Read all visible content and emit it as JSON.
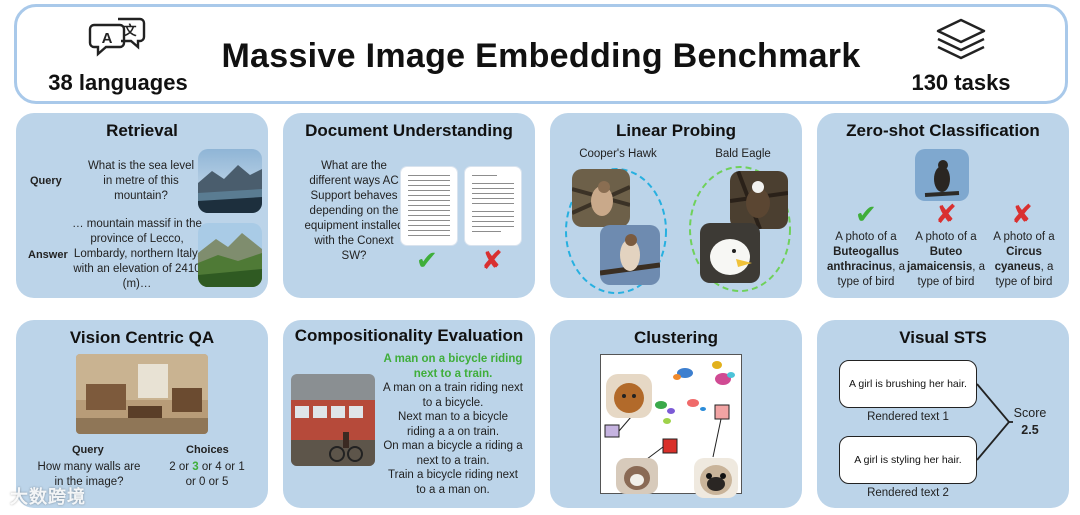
{
  "header": {
    "title": "Massive Image Embedding Benchmark",
    "languages": "38 languages",
    "tasks": "130 tasks"
  },
  "retrieval": {
    "title": "Retrieval",
    "query_label": "Query",
    "query_text": "What is the sea level in metre of this mountain?",
    "answer_label": "Answer",
    "answer_text": "… mountain massif in the province of Lecco, Lombardy, northern Italy, with an elevation of 2410 (m)…"
  },
  "document": {
    "title": "Document Understanding",
    "question": "What are the different ways AC Support behaves depending on the equipment installed with the Conext SW?"
  },
  "linear": {
    "title": "Linear Probing",
    "class_a": "Cooper's Hawk",
    "class_b": "Bald Eagle"
  },
  "zeroshot": {
    "title": "Zero-shot Classification",
    "options": [
      {
        "prefix": "A photo of a",
        "name": "Buteogallus anthracinus",
        "suffix": ", a type of bird",
        "correct": true
      },
      {
        "prefix": "A photo of a",
        "name": "Buteo jamaicensis",
        "suffix": ", a type of bird",
        "correct": false
      },
      {
        "prefix": "A photo of a",
        "name": "Circus cyaneus",
        "suffix": ", a type of bird",
        "correct": false
      }
    ]
  },
  "vqa": {
    "title": "Vision Centric QA",
    "query_label": "Query",
    "query_text": "How many walls are in the image?",
    "choices_label": "Choices",
    "choice_line1_a": "2 or ",
    "choice_highlight": "3",
    "choice_line1_b": " or 4 or 1",
    "choice_line2": "or 0 or 5"
  },
  "composition": {
    "title": "Compositionality Evaluation",
    "correct_caption": "A man on a bicycle riding next to a train.",
    "captions": [
      "A man on a train riding next to a bicycle.",
      "Next man to a bicycle riding a a on train.",
      "On man a bicycle a riding a next to a train.",
      "Train a bicycle riding next to a a man on."
    ]
  },
  "clustering": {
    "title": "Clustering"
  },
  "sts": {
    "title": "Visual STS",
    "text1": "A girl is brushing her hair.",
    "text2": "A girl is styling her hair.",
    "label1": "Rendered text 1",
    "label2": "Rendered text 2",
    "score_label": "Score",
    "score_value": "2.5"
  },
  "watermark": "大数跨境",
  "colors": {
    "panel": "#bcd4e9",
    "header_border": "#a9c9ea",
    "correct": "#3fae3a",
    "wrong": "#d93030"
  }
}
